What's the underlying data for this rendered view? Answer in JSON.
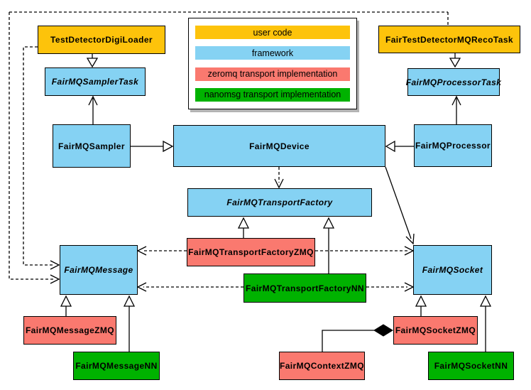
{
  "palette": {
    "user_code": "#FDC30B",
    "framework": "#85D2F3",
    "zeromq": "#FA796F",
    "nanomsg": "#00B200",
    "line": "#000000",
    "legend_shadow": "#b3b3b3"
  },
  "legend": {
    "items": [
      {
        "label": "user code",
        "color": "#FDC30B"
      },
      {
        "label": "framework",
        "color": "#85D2F3"
      },
      {
        "label": "zeromq transport implementation",
        "color": "#FA796F"
      },
      {
        "label": "nanomsg transport implementation",
        "color": "#00B200"
      }
    ]
  },
  "nodes": {
    "test_detector_digi_loader": {
      "label": "TestDetectorDigiLoader",
      "category": "user_code",
      "abstract": false
    },
    "fair_test_detector_mq_reco_task": {
      "label": "FairTestDetectorMQRecoTask",
      "category": "user_code",
      "abstract": false
    },
    "fair_mq_sampler_task": {
      "label": "FairMQSamplerTask",
      "category": "framework",
      "abstract": true
    },
    "fair_mq_processor_task": {
      "label": "FairMQProcessorTask",
      "category": "framework",
      "abstract": true
    },
    "fair_mq_sampler": {
      "label": "FairMQSampler",
      "category": "framework",
      "abstract": false
    },
    "fair_mq_device": {
      "label": "FairMQDevice",
      "category": "framework",
      "abstract": false
    },
    "fair_mq_processor": {
      "label": "FairMQProcessor",
      "category": "framework",
      "abstract": false
    },
    "fair_mq_transport_factory": {
      "label": "FairMQTransportFactory",
      "category": "framework",
      "abstract": true
    },
    "fair_mq_transport_factory_zmq": {
      "label": "FairMQTransportFactoryZMQ",
      "category": "zeromq",
      "abstract": false
    },
    "fair_mq_transport_factory_nn": {
      "label": "FairMQTransportFactoryNN",
      "category": "nanomsg",
      "abstract": false
    },
    "fair_mq_message": {
      "label": "FairMQMessage",
      "category": "framework",
      "abstract": true
    },
    "fair_mq_socket": {
      "label": "FairMQSocket",
      "category": "framework",
      "abstract": true
    },
    "fair_mq_message_zmq": {
      "label": "FairMQMessageZMQ",
      "category": "zeromq",
      "abstract": false
    },
    "fair_mq_message_nn": {
      "label": "FairMQMessageNN",
      "category": "nanomsg",
      "abstract": false
    },
    "fair_mq_socket_zmq": {
      "label": "FairMQSocketZMQ",
      "category": "zeromq",
      "abstract": false
    },
    "fair_mq_socket_nn": {
      "label": "FairMQSocketNN",
      "category": "nanomsg",
      "abstract": false
    },
    "fair_mq_context_zmq": {
      "label": "FairMQContextZMQ",
      "category": "zeromq",
      "abstract": false
    }
  },
  "edges": [
    {
      "from": "TestDetectorDigiLoader",
      "to": "FairMQSamplerTask",
      "type": "inheritance-hollow-triangle"
    },
    {
      "from": "FairMQSampler",
      "to": "FairMQSamplerTask",
      "type": "solid-open-arrow"
    },
    {
      "from": "FairTestDetectorMQRecoTask",
      "to": "FairMQProcessorTask",
      "type": "inheritance-hollow-triangle"
    },
    {
      "from": "FairMQProcessor",
      "to": "FairMQProcessorTask",
      "type": "solid-open-arrow"
    },
    {
      "from": "FairMQSampler",
      "to": "FairMQDevice",
      "type": "inheritance-hollow-triangle"
    },
    {
      "from": "FairMQProcessor",
      "to": "FairMQDevice",
      "type": "inheritance-hollow-triangle"
    },
    {
      "from": "FairMQDevice",
      "to": "FairMQTransportFactory",
      "type": "dashed-open-arrow"
    },
    {
      "from": "FairMQDevice",
      "to": "FairMQSocket",
      "type": "solid-open-arrow"
    },
    {
      "from": "FairMQTransportFactoryZMQ",
      "to": "FairMQTransportFactory",
      "type": "inheritance-hollow-triangle"
    },
    {
      "from": "FairMQTransportFactoryNN",
      "to": "FairMQTransportFactory",
      "type": "inheritance-hollow-triangle"
    },
    {
      "from": "FairMQTransportFactoryZMQ",
      "to": "FairMQMessage",
      "type": "dashed-open-arrow"
    },
    {
      "from": "FairMQTransportFactoryZMQ",
      "to": "FairMQSocket",
      "type": "dashed-open-arrow"
    },
    {
      "from": "FairMQTransportFactoryNN",
      "to": "FairMQMessage",
      "type": "dashed-open-arrow"
    },
    {
      "from": "FairMQTransportFactoryNN",
      "to": "FairMQSocket",
      "type": "dashed-open-arrow"
    },
    {
      "from": "FairMQMessageZMQ",
      "to": "FairMQMessage",
      "type": "inheritance-hollow-triangle"
    },
    {
      "from": "FairMQMessageNN",
      "to": "FairMQMessage",
      "type": "inheritance-hollow-triangle"
    },
    {
      "from": "FairMQSocketZMQ",
      "to": "FairMQSocket",
      "type": "inheritance-hollow-triangle"
    },
    {
      "from": "FairMQSocketNN",
      "to": "FairMQSocket",
      "type": "inheritance-hollow-triangle"
    },
    {
      "from": "FairMQSocketZMQ",
      "to": "FairMQContextZMQ",
      "type": "aggregation-filled-diamond"
    },
    {
      "from": "TestDetectorDigiLoader",
      "to": "FairMQMessage",
      "type": "dashed-open-arrow"
    },
    {
      "from": "FairTestDetectorMQRecoTask",
      "to": "FairMQMessage",
      "type": "dashed-open-arrow"
    }
  ]
}
